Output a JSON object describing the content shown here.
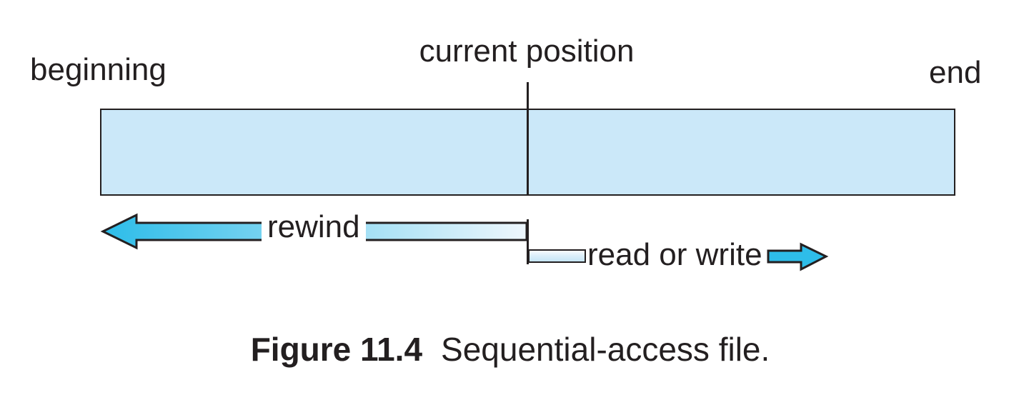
{
  "figure": {
    "labels": {
      "beginning": "beginning",
      "current_position": "current position",
      "end": "end",
      "rewind": "rewind",
      "read_or_write": "read or write"
    },
    "caption": {
      "number": "Figure 11.4",
      "title": "Sequential-access file."
    },
    "colors": {
      "file-fill": "#cbe8f9",
      "arrow-cyan": "#2ebde9",
      "arrow-light": "#eef6fc",
      "ink": "#231f20",
      "background": "#ffffff"
    }
  }
}
